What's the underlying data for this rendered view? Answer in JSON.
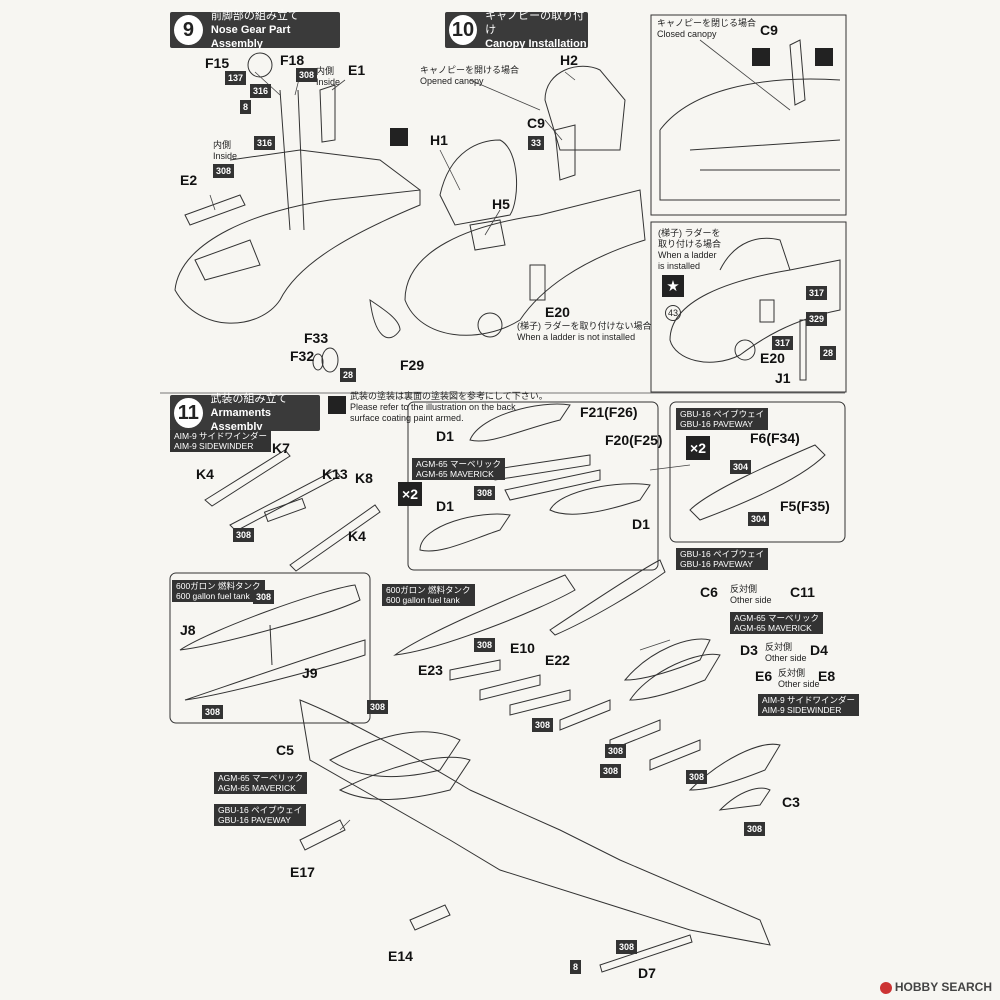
{
  "steps": {
    "s9": {
      "num": "9",
      "jp": "前脚部の組み立て",
      "en": "Nose Gear Part Assembly"
    },
    "s10": {
      "num": "10",
      "jp": "キャノピーの取り付け",
      "en": "Canopy Installation"
    },
    "s11": {
      "num": "11",
      "jp": "武装の組み立て",
      "en": "Armaments Assembly"
    }
  },
  "notes": {
    "closed_jp": "キャノピーを閉じる場合",
    "closed_en": "Closed canopy",
    "open_jp": "キャノピーを開ける場合",
    "open_en": "Opened canopy",
    "ladder_jp1": "(梯子) ラダーを",
    "ladder_jp2": "取り付ける場合",
    "ladder_en1": "When a ladder",
    "ladder_en2": "is installed",
    "noladder_jp": "(梯子) ラダーを取り付けない場合",
    "noladder_en": "When a ladder is not installed",
    "inside_jp": "内側",
    "inside_en": "Inside",
    "paint_jp": "武装の塗装は裏面の塗装図を参考にして下さい。",
    "paint_en1": "Please refer to the illustration on the back",
    "paint_en2": "surface coating paint armed.",
    "other_jp": "反対側",
    "other_en": "Other side"
  },
  "tags": {
    "aim9_jp": "AIM-9 サイドワインダー",
    "aim9_en": "AIM-9 SIDEWINDER",
    "agm65_jp": "AGM-65 マーベリック",
    "agm65_en": "AGM-65 MAVERICK",
    "gbu16_jp": "GBU-16 ペイブウェイ",
    "gbu16_en": "GBU-16 PAVEWAY",
    "tank_jp": "600ガロン 燃料タンク",
    "tank_en": "600 gallon fuel tank"
  },
  "parts": {
    "F15": "F15",
    "F18": "F18",
    "E1": "E1",
    "E2": "E2",
    "F33": "F33",
    "F32": "F32",
    "F29": "F29",
    "H1": "H1",
    "H2": "H2",
    "H5": "H5",
    "C9": "C9",
    "C9b": "C9",
    "E20": "E20",
    "E20b": "E20",
    "J1": "J1",
    "D1a": "D1",
    "D1b": "D1",
    "D1c": "D1",
    "F21": "F21(F26)",
    "F20": "F20(F25)",
    "F6": "F6(F34)",
    "F5": "F5(F35)",
    "K7": "K7",
    "K4a": "K4",
    "K13": "K13",
    "K8": "K8",
    "K4b": "K4",
    "J8": "J8",
    "J9": "J9",
    "C6": "C6",
    "C11": "C11",
    "D3": "D3",
    "D4": "D4",
    "E6": "E6",
    "E8": "E8",
    "E23": "E23",
    "E10": "E10",
    "E22": "E22",
    "C5": "C5",
    "C3": "C3",
    "E17": "E17",
    "E14": "E14",
    "D7": "D7"
  },
  "paints": {
    "p137": "137",
    "p316a": "316",
    "p316b": "316",
    "p308a": "308",
    "p308b": "308",
    "p8": "8",
    "p28a": "28",
    "p33": "33",
    "p317a": "317",
    "p317b": "317",
    "p329": "329",
    "p28b": "28",
    "p308c": "308",
    "p308d": "308",
    "p308e": "308",
    "p308f": "308",
    "p304a": "304",
    "p304b": "304",
    "p308g": "308",
    "p308h": "308",
    "p308i": "308",
    "p308j": "308",
    "p308k": "308",
    "p308l": "308",
    "p308m": "308",
    "p308n": "308",
    "p308o": "308",
    "p8b": "8",
    "p308p": "308"
  },
  "mults": {
    "m1": "×2",
    "m2": "×2"
  },
  "circ43": "43",
  "watermark": "HOBBY SEARCH"
}
